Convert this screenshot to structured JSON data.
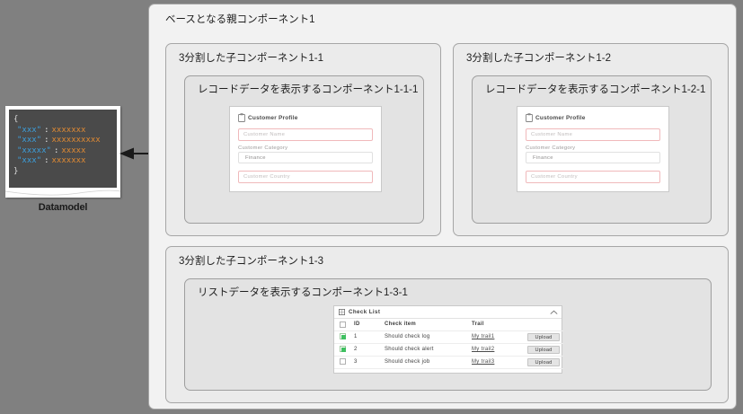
{
  "datamodel": {
    "caption": "Datamodel",
    "icon": "note-icon",
    "json_lines": [
      {
        "indent": 0,
        "brace": "{"
      },
      {
        "indent": 1,
        "key": "\"xxx\"",
        "colon": ":",
        "value": "xxxxxxx"
      },
      {
        "indent": 1,
        "key": "\"xxx\"",
        "colon": ":",
        "value": "xxxxxxxxxx"
      },
      {
        "indent": 1,
        "key": "\"xxxxx\"",
        "colon": ":",
        "value": "xxxxx"
      },
      {
        "indent": 1,
        "key": "\"xxx\"",
        "colon": ":",
        "value": "xxxxxxx"
      },
      {
        "indent": 0,
        "brace": "}"
      }
    ],
    "colors": {
      "background": "#4a4a4a",
      "key": "#3c9fdc",
      "value": "#e08a33",
      "punctuation": "#e8e8e8"
    }
  },
  "connector": {
    "name": "arrow-to-datamodel",
    "direction": "left"
  },
  "parent": {
    "title": "ベースとなる親コンポーネント1"
  },
  "children": [
    {
      "title": "3分割した子コンポーネント1-1",
      "inner_title": "レコードデータを表示するコンポーネント1-1-1"
    },
    {
      "title": "3分割した子コンポーネント1-2",
      "inner_title": "レコードデータを表示するコンポーネント1-2-1"
    },
    {
      "title": "3分割した子コンポーネント1-3",
      "inner_title": "リストデータを表示するコンポーネント1-3-1"
    }
  ],
  "profile_card": {
    "icon": "clipboard-icon",
    "header": "Customer Profile",
    "name_placeholder": "Customer Name",
    "category_label": "Customer Category",
    "category_value": "Finance",
    "country_placeholder": "Customer Country"
  },
  "checklist": {
    "icon": "grid-icon",
    "title": "Check List",
    "collapse_icon": "chevron-up-icon",
    "columns": [
      "",
      "ID",
      "Check item",
      "Trail",
      ""
    ],
    "rows": [
      {
        "checked": true,
        "id": "1",
        "item": "Should check log",
        "trail": "My trail1",
        "action": "Upload"
      },
      {
        "checked": true,
        "id": "2",
        "item": "Should check alert",
        "trail": "My trail2",
        "action": "Upload"
      },
      {
        "checked": false,
        "id": "3",
        "item": "Should check job",
        "trail": "My trail3",
        "action": "Upload"
      }
    ]
  }
}
